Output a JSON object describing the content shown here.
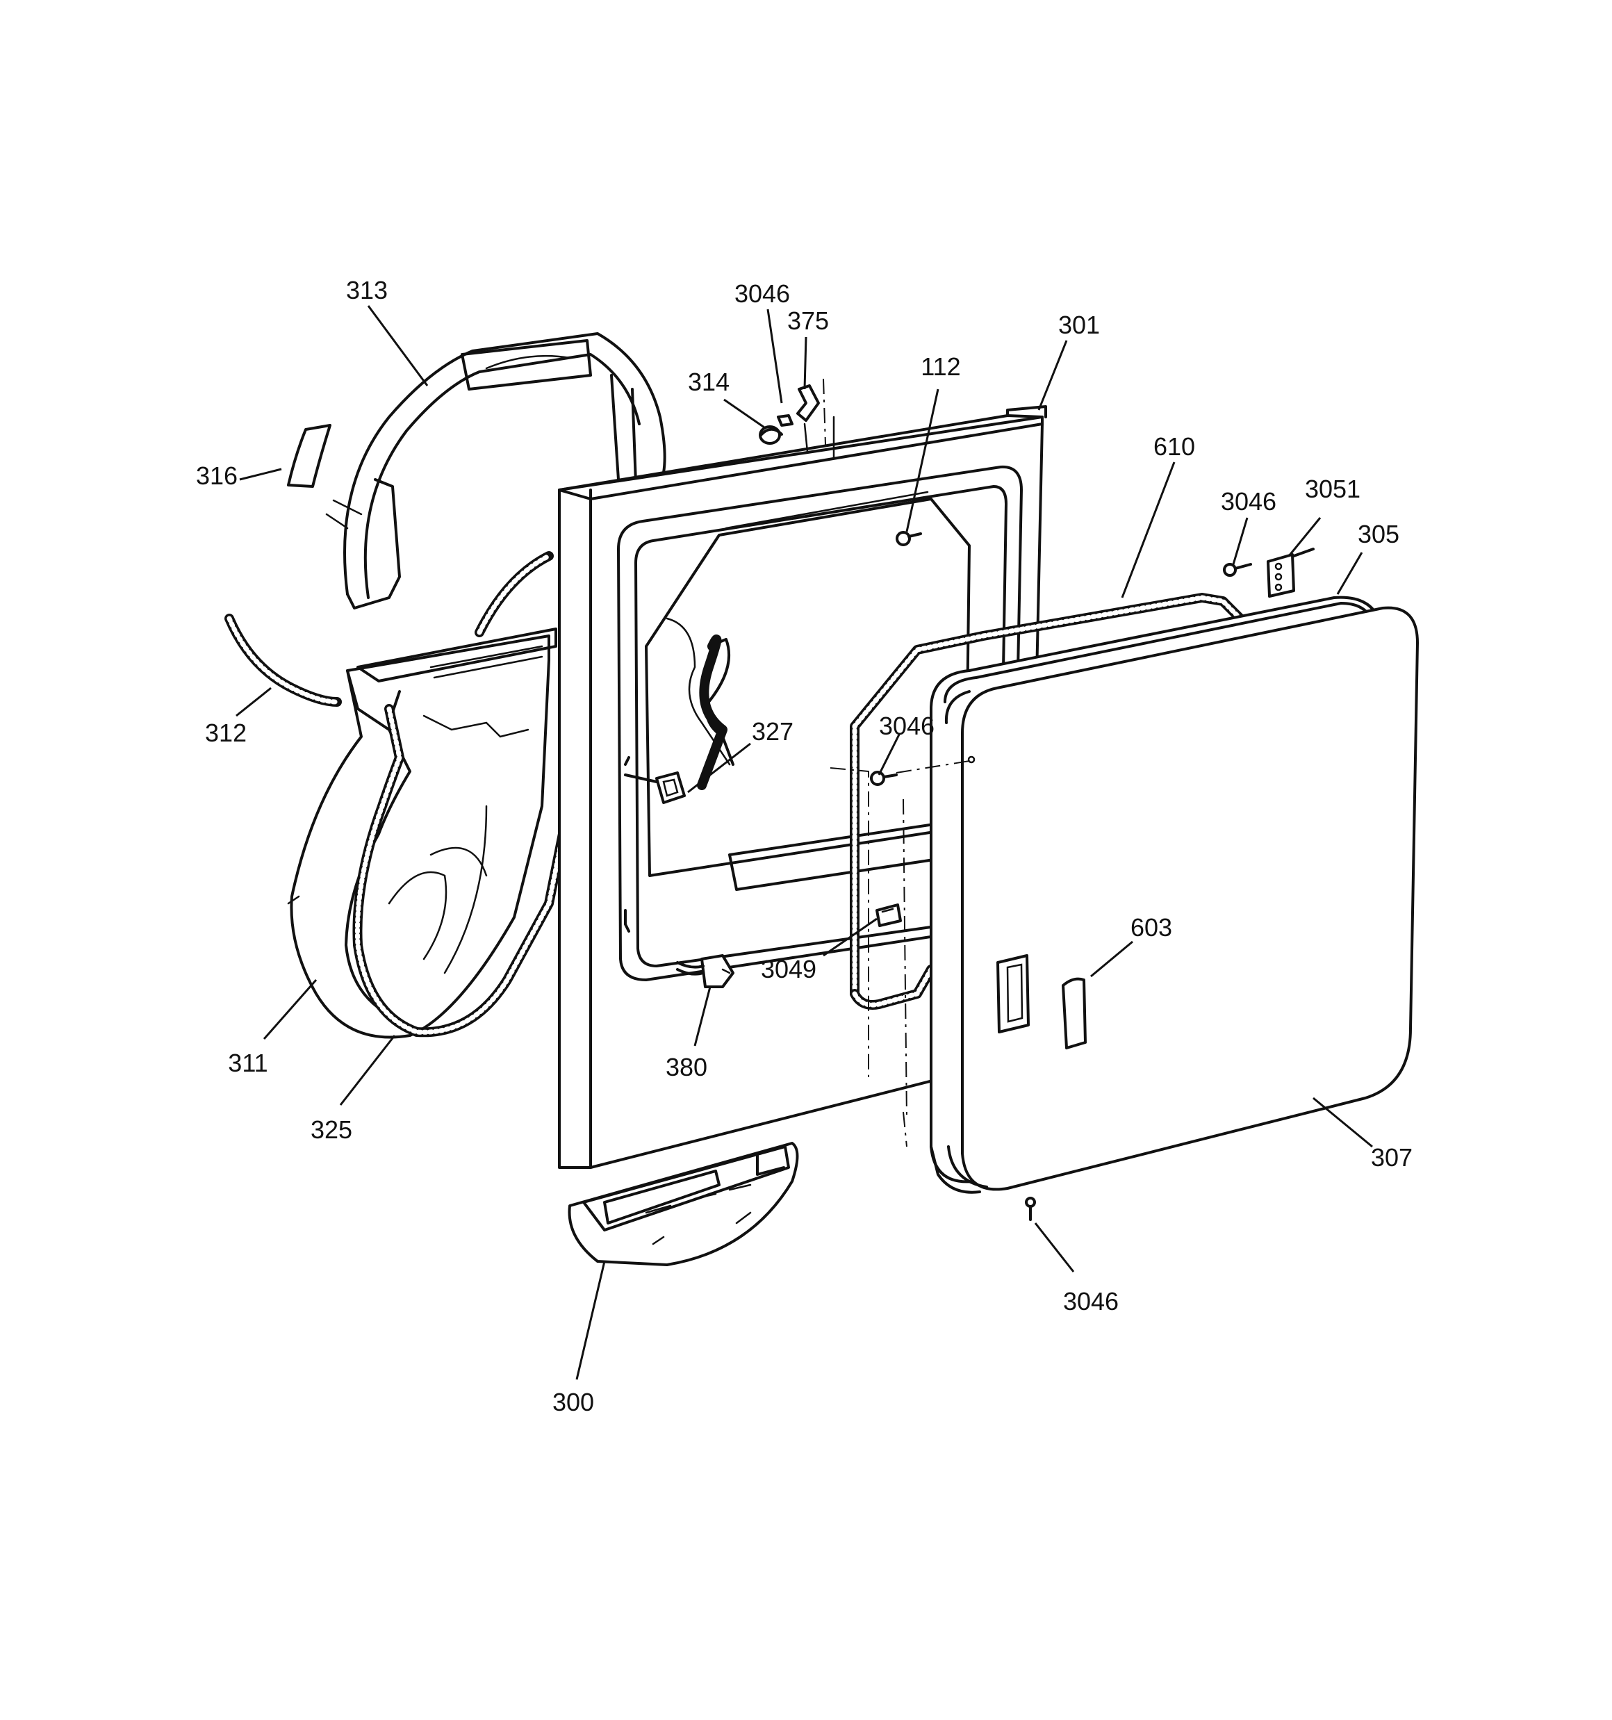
{
  "diagram": {
    "labels": {
      "l313": "313",
      "l3046a": "3046",
      "l375": "375",
      "l314": "314",
      "l301": "301",
      "l112": "112",
      "l610": "610",
      "l316": "316",
      "l3046b": "3046",
      "l3051": "3051",
      "l305": "305",
      "l312": "312",
      "l327": "327",
      "l3046c": "3046",
      "l603": "603",
      "l3049": "3049",
      "l311": "311",
      "l380": "380",
      "l325": "325",
      "l307": "307",
      "l3046d": "3046",
      "l300": "300"
    }
  }
}
